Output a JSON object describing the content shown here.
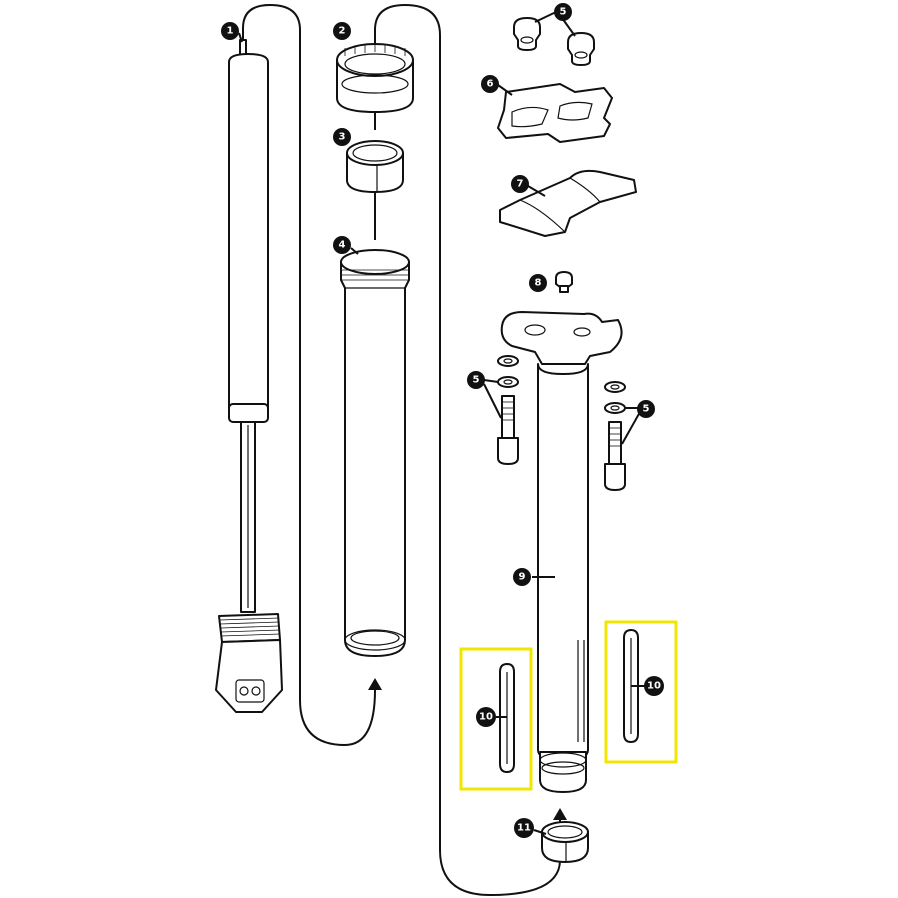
{
  "colors": {
    "ink": "#111111",
    "highlight": "#f2e600",
    "paper": "#ffffff"
  },
  "callouts": [
    "1",
    "2",
    "3",
    "4",
    "5",
    "6",
    "7",
    "8",
    "9",
    "10",
    "11"
  ],
  "callout_labels": {
    "c1": "1",
    "c2": "2",
    "c3": "3",
    "c4": "4",
    "c5_top": "5",
    "c5_left": "5",
    "c5_right": "5",
    "c6": "6",
    "c7": "7",
    "c8": "8",
    "c9": "9",
    "c10_left": "10",
    "c10_right": "10",
    "c11": "11"
  }
}
